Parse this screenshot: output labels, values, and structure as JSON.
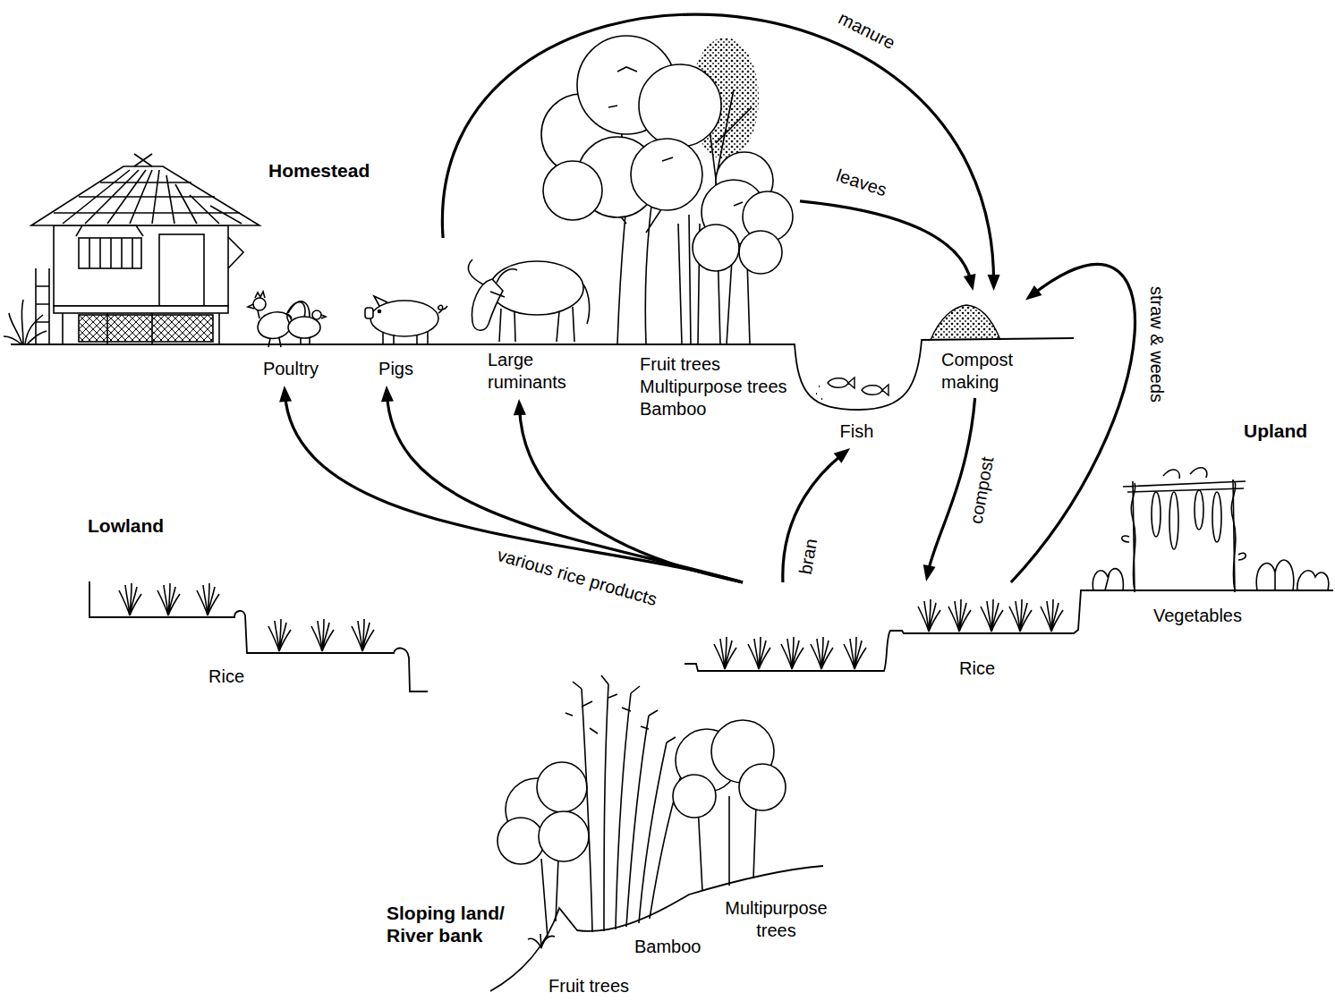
{
  "diagram": {
    "nodes": [
      {
        "text": [
          "Poultry"
        ]
      },
      {
        "text": [
          "Pigs"
        ]
      },
      {
        "text": [
          "Large ruminants"
        ]
      },
      {
        "text": [
          "Fruit trees",
          "Multipurpose trees",
          "Bamboo"
        ]
      },
      {
        "text": [
          "Fish"
        ]
      },
      {
        "text": [
          "Compost making"
        ]
      },
      {
        "text": [
          "Rice"
        ]
      }
    ],
    "edges": [
      {
        "from": 2,
        "to": 5,
        "label": "manure",
        "arrow": "to"
      },
      {
        "from": 3,
        "to": 5,
        "label": "leaves",
        "arrow": "to"
      },
      {
        "from": 6,
        "to": 5,
        "label": "straw & weeds",
        "arrow": "to"
      },
      {
        "from": 5,
        "to": 6,
        "label": "compost",
        "arrow": "to"
      },
      {
        "from": 6,
        "to": 4,
        "label": "bran",
        "arrow": "to"
      },
      {
        "from": 6,
        "to": 0,
        "arrow": "to"
      },
      {
        "from": 6,
        "to": 1,
        "label": "various rice products",
        "arrow": "to"
      },
      {
        "from": 6,
        "to": 2,
        "arrow": "to"
      }
    ],
    "labels": [
      "Homestead",
      "Lowland",
      "Upland",
      "Rice",
      "Vegetables",
      "Sloping land/ River bank",
      "Bamboo",
      "Multipurpose trees",
      "Fruit trees"
    ]
  }
}
